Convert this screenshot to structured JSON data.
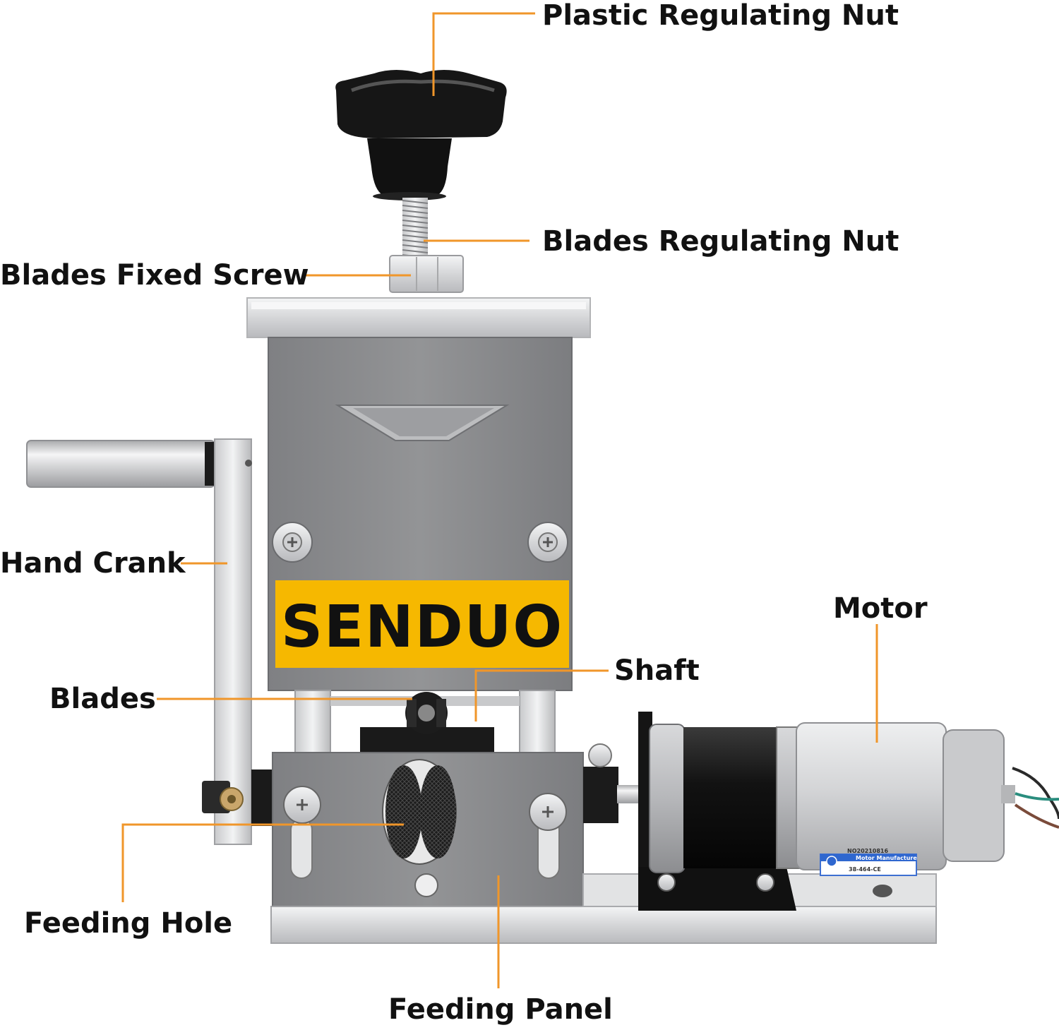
{
  "callouts": {
    "plastic_regulating_nut": "Plastic Regulating Nut",
    "blades_regulating_nut": "Blades Regulating Nut",
    "blades_fixed_screw": "Blades Fixed Screw",
    "hand_crank": "Hand Crank",
    "motor": "Motor",
    "shaft": "Shaft",
    "blades": "Blades",
    "feeding_hole": "Feeding Hole",
    "feeding_panel": "Feeding Panel"
  },
  "brand": {
    "name": "SENDUO",
    "label_color": "#f6b800"
  },
  "motor_label": {
    "serial": "NO20210816",
    "maker": "Motor Manufacture",
    "model": "38-464-CE"
  },
  "colors": {
    "leader": "#f0962a",
    "panel": "#8d8e90",
    "aluminum": "#d9dadc",
    "knob": "#151515"
  }
}
